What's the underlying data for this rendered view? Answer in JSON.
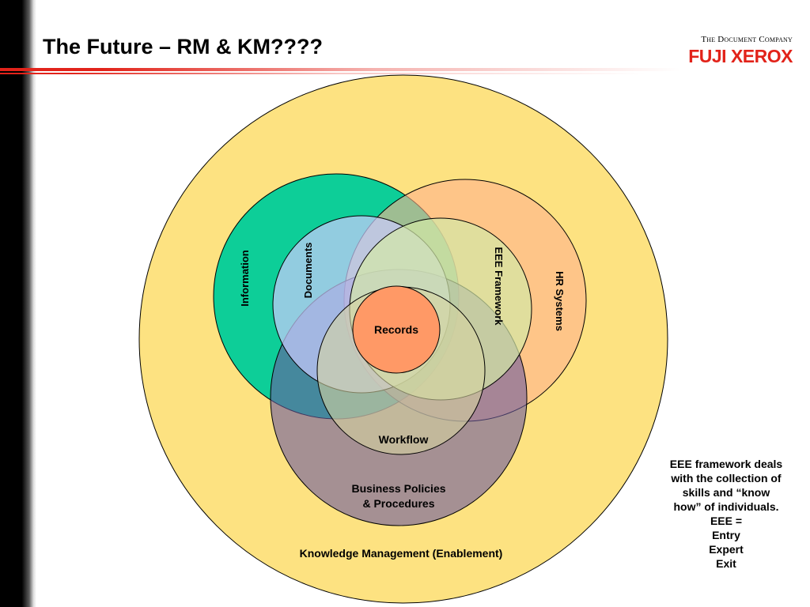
{
  "slide": {
    "title": "The Future – RM & KM????"
  },
  "logo": {
    "tagline": "The Document Company",
    "brand": "FUJI XEROX",
    "brand_color": "#e2231a"
  },
  "diagram": {
    "circles": {
      "knowledge_management": {
        "label": "Knowledge Management (Enablement)",
        "color": "#fde281"
      },
      "information": {
        "label": "Information",
        "color": "#00cc99"
      },
      "hr_systems": {
        "label": "HR Systems",
        "color": "#ffb38e"
      },
      "business_policies": {
        "label_line1": "Business Policies",
        "label_line2": "& Procedures",
        "color": "#8b7fa8"
      },
      "documents": {
        "label": "Documents",
        "color": "#ccccff"
      },
      "eee_framework": {
        "label": "EEE Framework",
        "color": "#d3e8a6"
      },
      "workflow": {
        "label": "Workflow",
        "color": "#d6d4a0"
      },
      "records": {
        "label": "Records",
        "color": "#ff9966"
      }
    }
  },
  "note": {
    "lines": [
      "EEE framework deals",
      "with the collection of",
      "skills and “know",
      "how” of individuals.",
      "EEE =",
      "Entry",
      "Expert",
      "Exit"
    ]
  }
}
